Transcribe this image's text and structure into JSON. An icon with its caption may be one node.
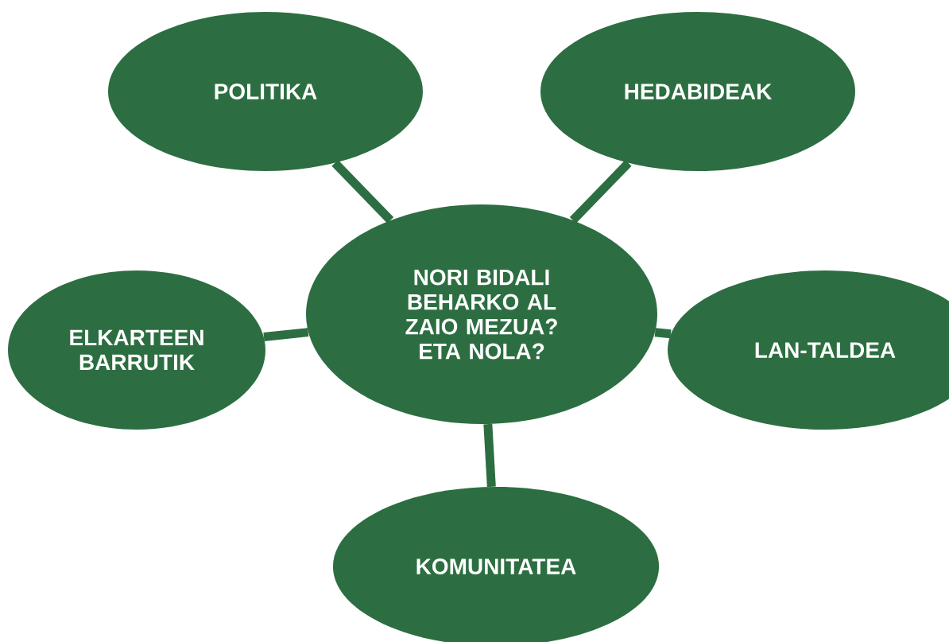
{
  "diagram": {
    "nodes": [
      {
        "text": [
          "POLITIKA"
        ]
      },
      {
        "text": [
          "HEDABIDEAK"
        ]
      },
      {
        "text": [
          "NORI BIDALI BEHARKO AL ZAIO MEZUA?",
          "ETA NOLA?"
        ]
      },
      {
        "text": [
          "ELKARTEEN BARRUTIK"
        ]
      },
      {
        "text": [
          "LAN-TALDEA"
        ]
      },
      {
        "text": [
          "KOMUNITATEA"
        ]
      }
    ],
    "edges": [
      {
        "from": 2,
        "to": 0,
        "arrow": "none"
      },
      {
        "from": 2,
        "to": 1,
        "arrow": "none"
      },
      {
        "from": 2,
        "to": 3,
        "arrow": "none"
      },
      {
        "from": 2,
        "to": 4,
        "arrow": "none"
      },
      {
        "from": 2,
        "to": 5,
        "arrow": "none"
      }
    ]
  }
}
